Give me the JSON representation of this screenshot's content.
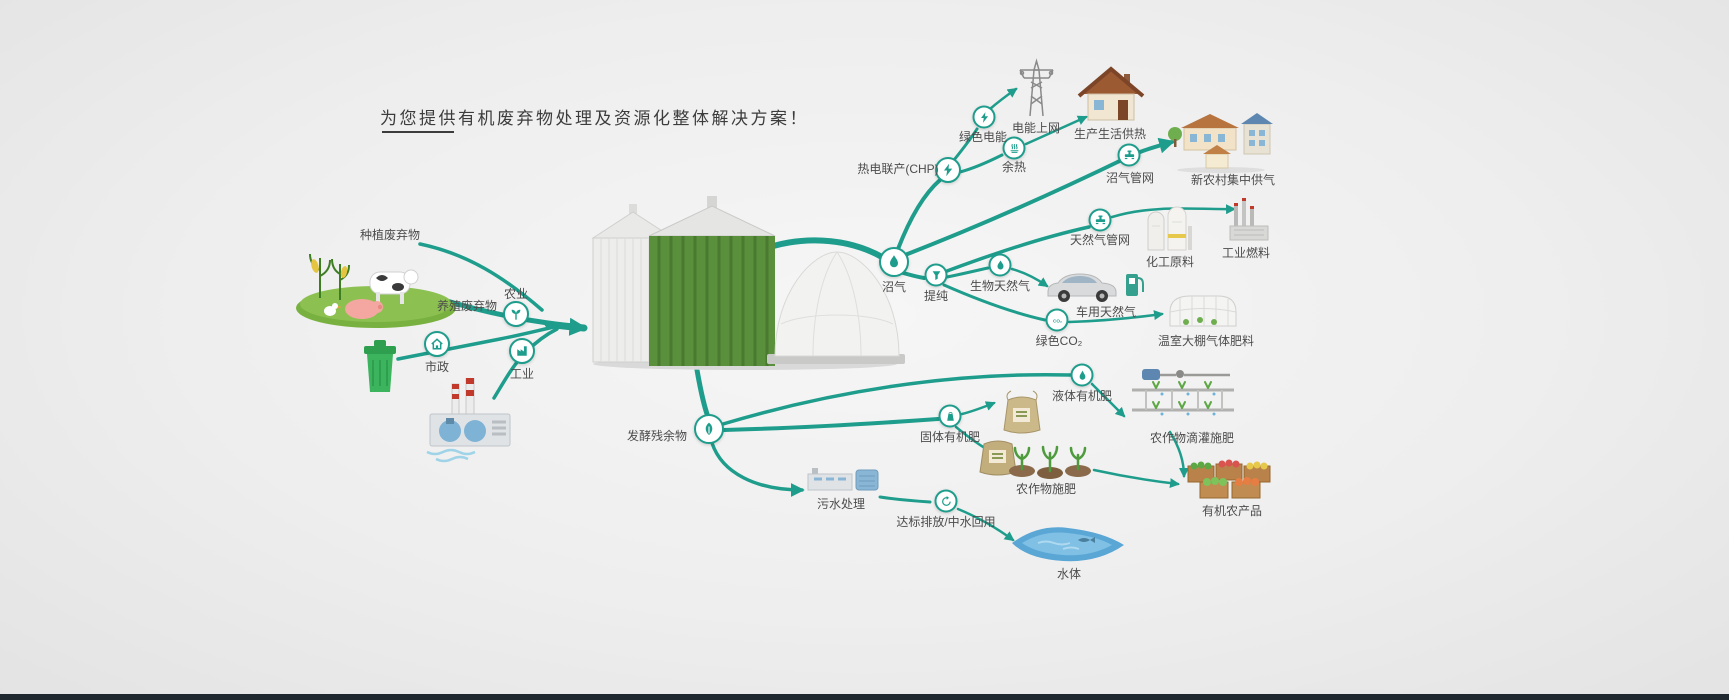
{
  "title": "为您提供有机废弃物处理及资源化整体解决方案！",
  "colors": {
    "accent": "#1f9d8c",
    "background": "#ededed",
    "label_text": "#4c4c4c",
    "title_text": "#3c3c3c",
    "bottom_bar": "#20282f"
  },
  "sources": {
    "planting_waste": "种植废弃物",
    "breeding_waste": "养殖废弃物",
    "agriculture": "农业",
    "municipal": "市政",
    "industry": "工业"
  },
  "process": {
    "biogas": "沼气",
    "chp": "热电联产(CHP)",
    "purification": "提纯",
    "residue": "发酵残余物",
    "sewage": "污水处理"
  },
  "outputs": {
    "green_power": "绿色电能",
    "grid": "电能上网",
    "waste_heat": "余热",
    "heating": "生产生活供热",
    "biogas_pipeline": "沼气管网",
    "village_gas": "新农村集中供气",
    "ng_pipeline": "天然气管网",
    "chemical": "化工原料",
    "industrial_fuel": "工业燃料",
    "bio_ng": "生物天然气",
    "vehicle_ng": "车用天然气",
    "green_co2": "绿色CO₂",
    "greenhouse_fert": "温室大棚气体肥料",
    "solid_fert": "固体有机肥",
    "liquid_fert": "液体有机肥",
    "drip_irrigation": "农作物滴灌施肥",
    "crop_fert": "农作物施肥",
    "organic_products": "有机农产品",
    "discharge": "达标排放/中水回用",
    "water_body": "水体"
  },
  "icons": {
    "biogas": "flame-icon",
    "chp": "bolt-icon",
    "green_power": "bolt-icon",
    "waste_heat": "heat-waves-icon",
    "biogas_pipeline": "pipeline-icon",
    "ng_pipeline": "pipeline-icon",
    "purification": "funnel-icon",
    "bio_ng": "flame-icon",
    "green_co2": "co2-icon",
    "agriculture": "sprout-icon",
    "municipal": "house-icon",
    "industry": "factory-icon",
    "residue": "leaf-icon",
    "solid_fert": "bag-icon",
    "liquid_fert": "drop-icon",
    "discharge": "recycle-icon"
  }
}
